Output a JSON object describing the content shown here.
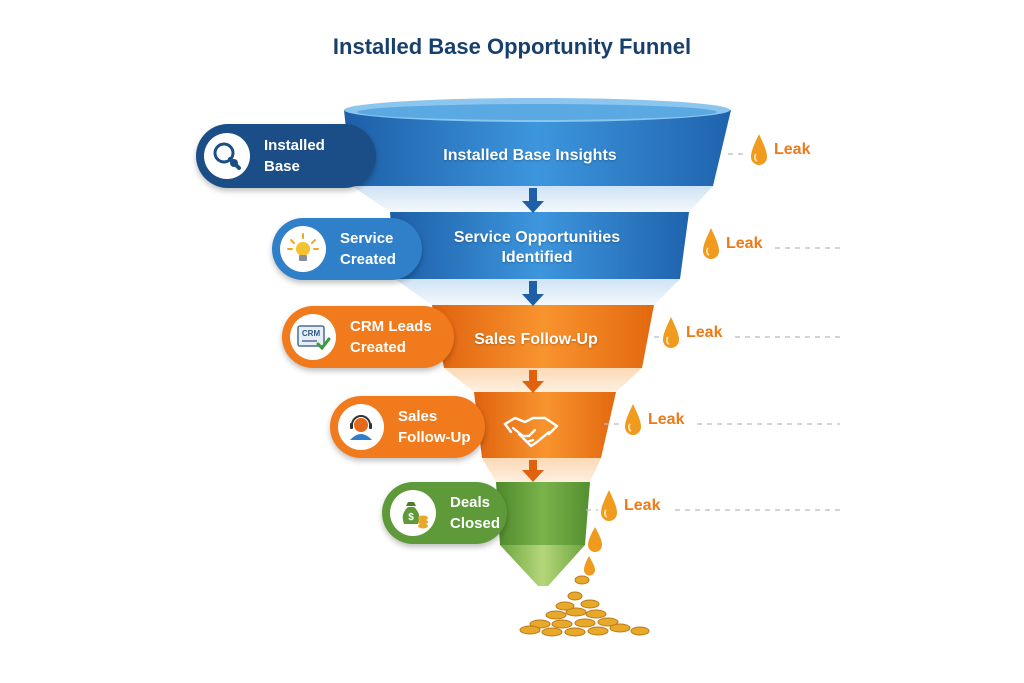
{
  "title": "Installed Base Opportunity Funnel",
  "colors": {
    "title": "#17406d",
    "blue": "#2f80c9",
    "blue_dark": "#1b4e86",
    "orange": "#f07a1c",
    "green": "#5f9a3a",
    "leak": "#ee7a17",
    "coin": "#e8a92a"
  },
  "stages": [
    {
      "tab_label": "Installed\nBase",
      "band_label": "Installed Base Insights",
      "icon": "magnifier-gear-icon",
      "color": "blue"
    },
    {
      "tab_label": "Service\nCreated",
      "band_label": "Service Opportunities\nIdentified",
      "icon": "lightbulb-icon",
      "color": "blue"
    },
    {
      "tab_label": "CRM Leads\nCreated",
      "band_label": "Sales Follow-Up",
      "icon": "crm-document-icon",
      "icon_text": "CRM",
      "color": "orange"
    },
    {
      "tab_label": "Sales\nFollow-Up",
      "band_label": "",
      "icon": "headset-agent-icon",
      "band_icon": "handshake-icon",
      "color": "orange"
    },
    {
      "tab_label": "Deals\nClosed",
      "band_label": "",
      "icon": "money-bag-icon",
      "icon_text": "$",
      "color": "green"
    }
  ],
  "leaks": [
    "Leak",
    "Leak",
    "Leak",
    "Leak",
    "Leak"
  ]
}
